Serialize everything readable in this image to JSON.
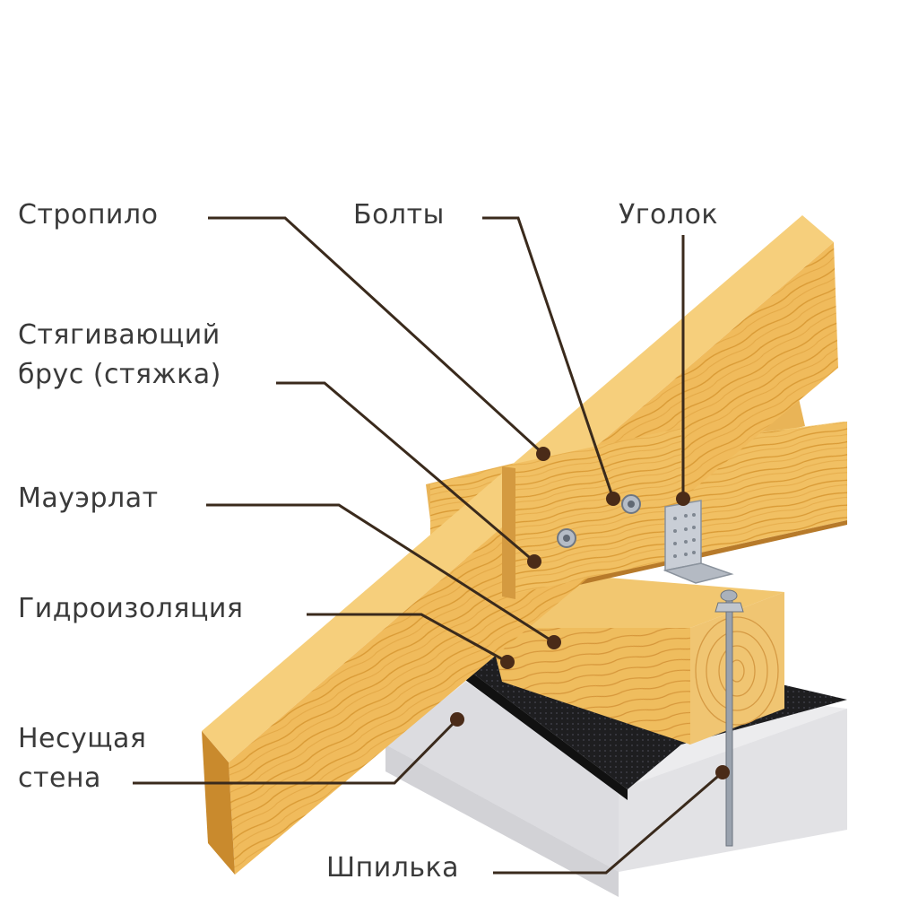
{
  "labels": {
    "stropilo": "Стропило",
    "bolty": "Болты",
    "ugolok": "Уголок",
    "styagivayushchiy_line1": "Стягивающий",
    "styagivayushchiy_line2": "брус (стяжка)",
    "mauerlat": "Мауэрлат",
    "gidroizolyatsiya": "Гидроизоляция",
    "nesushchaya_line1": "Несущая",
    "nesushchaya_line2": "стена",
    "shpilka": "Шпилька"
  },
  "colors": {
    "wood_light": "#f3c266",
    "wood_mid": "#e0a43c",
    "wood_dark": "#b97a22",
    "wall_light": "#e4e4e6",
    "wall_dark": "#c8c8cc",
    "membrane": "#232323",
    "leader": "#3a2a1c",
    "text": "#3a3a3a"
  }
}
